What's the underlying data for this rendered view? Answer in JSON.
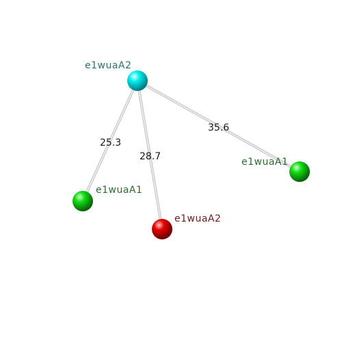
{
  "nodes": [
    {
      "id": "top",
      "label": "e1wuaA2",
      "color": "#00e5ee",
      "label_color": "#2f6f70"
    },
    {
      "id": "left",
      "label": "e1wuaA1",
      "color": "#10d010",
      "label_color": "#2f6a2f"
    },
    {
      "id": "bottom",
      "label": "e1wuaA2",
      "color": "#e00000",
      "label_color": "#6a2020"
    },
    {
      "id": "right",
      "label": "e1wuaA1",
      "color": "#10d010",
      "label_color": "#2f6a2f"
    }
  ],
  "edges": [
    {
      "from": "top",
      "to": "left",
      "label": "25.3"
    },
    {
      "from": "top",
      "to": "bottom",
      "label": "28.7"
    },
    {
      "from": "top",
      "to": "right",
      "label": "35.6"
    }
  ]
}
